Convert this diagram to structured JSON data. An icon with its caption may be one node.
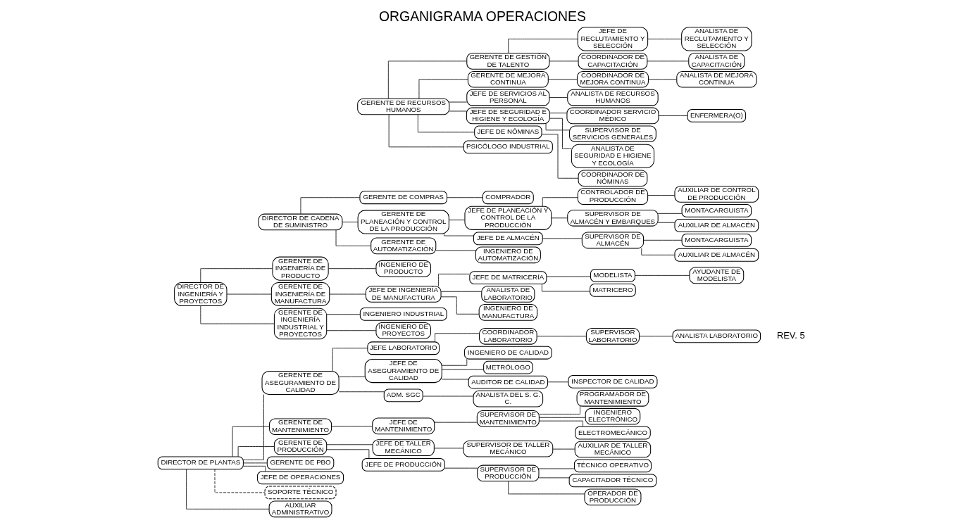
{
  "diagram": {
    "title": "ORGANIGRAMA OPERACIONES",
    "nodes": [
      {
        "text": [
          "DIRECTOR DE PLANTAS"
        ]
      },
      {
        "text": [
          "DIRECTOR DE INGENIERÍA Y PROYECTOS"
        ]
      },
      {
        "text": [
          "DIRECTOR DE CADENA DE SUMINISTRO"
        ]
      },
      {
        "text": [
          "GERENTE DE ASEGURAMIENTO DE CALIDAD"
        ]
      },
      {
        "text": [
          "GERENTE DE MANTENIMIENTO"
        ]
      },
      {
        "text": [
          "GERENTE DE RECURSOS HUMANOS"
        ]
      },
      {
        "text": [
          "GERENTE DE PRODUCCIÓN"
        ]
      },
      {
        "text": [
          "GERENTE DE PBO"
        ]
      },
      {
        "text": [
          "GERENTE DE INGENIERÍA DE PRODUCTO"
        ]
      },
      {
        "text": [
          "GERENTE DE INGENIERÍA DE MANUFACTURA"
        ]
      },
      {
        "text": [
          "GERENTE DE INGENIERÍA INDUSTRIAL Y PROYECTOS"
        ]
      },
      {
        "text": [
          "GERENTE DE COMPRAS"
        ]
      },
      {
        "text": [
          "GERENTE DE PLANEACIÓN Y CONTROL DE LA PRODUCCIÓN"
        ]
      },
      {
        "text": [
          "GERENTE DE AUTOMATIZACIÓN"
        ]
      },
      {
        "text": [
          "GERENTE DE GESTIÓN DE TALENTO"
        ]
      },
      {
        "text": [
          "GERENTE DE MEJORA CONTINUA"
        ]
      },
      {
        "text": [
          "JEFE DE TALLER MECÁNICO"
        ]
      },
      {
        "text": [
          "JEFE DE PRODUCCIÓN"
        ]
      },
      {
        "text": [
          "JEFE LABORATORIO"
        ]
      },
      {
        "text": [
          "JEFE DE ASEGURAMIENTO DE CALIDAD"
        ]
      },
      {
        "text": [
          "ADM. SGC"
        ]
      },
      {
        "text": [
          "JEFE DE OPERACIONES"
        ]
      },
      {
        "text": [
          "JEFE DE MANTENIMIENTO"
        ]
      },
      {
        "text": [
          "JEFE DE INGENIERÍA DE MANUFACTURA"
        ]
      },
      {
        "text": [
          "JEFE DE MATRICERÍA"
        ]
      },
      {
        "text": [
          "JEFE DE PLANEACIÓN Y CONTROL DE LA PRODUCCIÓN"
        ]
      },
      {
        "text": [
          "JEFE DE ALMACÉN"
        ]
      },
      {
        "text": [
          "JEFE DE SERVICIOS AL PERSONAL"
        ]
      },
      {
        "text": [
          "JEFE DE SEGURIDAD E HIGIENE Y ECOLOGÍA"
        ]
      },
      {
        "text": [
          "JEFE DE NÓMINAS"
        ]
      },
      {
        "text": [
          "JEFE DE RECLUTAMIENTO Y SELECCIÓN"
        ]
      },
      {
        "text": [
          "SOPORTE TÉCNICO"
        ]
      },
      {
        "text": [
          "COORDINADOR LABORATORIO"
        ]
      },
      {
        "text": [
          "COORDINADOR SERVICIO MÉDICO"
        ]
      },
      {
        "text": [
          "PSICÓLOGO INDUSTRIAL"
        ]
      },
      {
        "text": [
          "COORDINADOR DE NÓMINAS"
        ]
      },
      {
        "text": [
          "COORDINADOR DE CAPACITACIÓN"
        ]
      },
      {
        "text": [
          "COORDINADOR DE MEJORA CONTINUA"
        ]
      },
      {
        "text": [
          "SUPERVISOR LABORATORIO"
        ]
      },
      {
        "text": [
          "SUPERVISOR DE TALLER MECÁNICO"
        ]
      },
      {
        "text": [
          "SUPERVISOR DE PRODUCCIÓN"
        ]
      },
      {
        "text": [
          "ANALISTA LABORATORIO"
        ]
      },
      {
        "text": [
          "INGENIERO DE CALIDAD"
        ]
      },
      {
        "text": [
          "METRÓLOGO"
        ]
      },
      {
        "text": [
          "ANALISTA DEL S. G. C."
        ]
      },
      {
        "text": [
          "SUPERVISOR DE MANTENIMIENTO"
        ]
      },
      {
        "text": [
          "INGENIERO DE PRODUCTO"
        ]
      },
      {
        "text": [
          "ANALISTA DE LABORATORIO"
        ]
      },
      {
        "text": [
          "INGENIERO DE MANUFACTURA"
        ]
      },
      {
        "text": [
          "MODELISTA"
        ]
      },
      {
        "text": [
          "INGENIERO INDUSTRIAL"
        ]
      },
      {
        "text": [
          "INGENIERO DE PROYECTOS"
        ]
      },
      {
        "text": [
          "COMPRADOR"
        ]
      },
      {
        "text": [
          "CONTROLADOR DE PRODUCCIÓN"
        ]
      },
      {
        "text": [
          "SUPERVISOR DE ALMACÉN Y EMBARQUES"
        ]
      },
      {
        "text": [
          "SUPERVISOR DE ALMACÉN"
        ]
      },
      {
        "text": [
          "INGENIERO DE AUTOMATIZACIÓN"
        ]
      },
      {
        "text": [
          "ANALISTA DE RECURSOS HUMANOS"
        ]
      },
      {
        "text": [
          "SUPERVISOR DE SERVICIOS GENERALES"
        ]
      },
      {
        "text": [
          "ANALISTA DE SEGURIDAD E HIGIENE Y ECOLOGÍA"
        ]
      },
      {
        "text": [
          "ENFERMERA(O)"
        ]
      },
      {
        "text": [
          "ANALISTA DE RECLUTAMIENTO Y SELECCIÓN"
        ]
      },
      {
        "text": [
          "ANALISTA DE CAPACITACIÓN"
        ]
      },
      {
        "text": [
          "ANALISTA DE MEJORA CONTINUA"
        ]
      },
      {
        "text": [
          "AUXILIAR ADMINISTRATIVO"
        ]
      },
      {
        "text": [
          "AUXILIAR DE TALLER MECÁNICO"
        ]
      },
      {
        "text": [
          "TÉCNICO OPERATIVO"
        ]
      },
      {
        "text": [
          "CAPACITADOR TÉCNICO"
        ]
      },
      {
        "text": [
          "AUDITOR DE CALIDAD"
        ]
      },
      {
        "text": [
          "PROGRAMADOR DE MANTENIMIENTO"
        ]
      },
      {
        "text": [
          "INGENIERO ELECTRÓNICO"
        ]
      },
      {
        "text": [
          "ELECTROMECÁNICO"
        ]
      },
      {
        "text": [
          "MATRICERO"
        ]
      },
      {
        "text": [
          "AYUDANTE DE MODELISTA"
        ]
      },
      {
        "text": [
          "AUXILIAR DE CONTROL DE PRODUCCIÓN"
        ]
      },
      {
        "text": [
          "MONTACARGUISTA"
        ]
      },
      {
        "text": [
          "AUXILIAR DE ALMACÉN"
        ]
      },
      {
        "text": [
          "MONTACARGUISTA"
        ]
      },
      {
        "text": [
          "AUXILIAR DE ALMACÉN"
        ]
      },
      {
        "text": [
          "OPERADOR DE PRODUCCIÓN"
        ]
      },
      {
        "text": [
          "INSPECTOR DE CALIDAD"
        ]
      }
    ],
    "edges": [
      {
        "from": 0,
        "to": 31,
        "arrow": "none",
        "style": "dashed"
      },
      {
        "from": 0,
        "to": 64,
        "arrow": "none"
      },
      {
        "from": 0,
        "to": 6,
        "arrow": "none"
      },
      {
        "from": 0,
        "to": 7,
        "arrow": "none"
      },
      {
        "from": 0,
        "to": 3,
        "arrow": "none"
      },
      {
        "from": 0,
        "to": 21,
        "arrow": "none"
      },
      {
        "from": 0,
        "to": 4,
        "arrow": "none"
      },
      {
        "from": 1,
        "to": 8,
        "arrow": "none"
      },
      {
        "from": 1,
        "to": 9,
        "arrow": "none"
      },
      {
        "from": 1,
        "to": 10,
        "arrow": "none"
      },
      {
        "from": 2,
        "to": 11,
        "arrow": "none"
      },
      {
        "from": 2,
        "to": 12,
        "arrow": "none"
      },
      {
        "from": 2,
        "to": 13,
        "arrow": "none"
      },
      {
        "from": 5,
        "to": 27,
        "arrow": "none"
      },
      {
        "from": 5,
        "to": 28,
        "arrow": "none"
      },
      {
        "from": 5,
        "to": 34,
        "arrow": "none"
      },
      {
        "from": 5,
        "to": 29,
        "arrow": "none"
      },
      {
        "from": 5,
        "to": 14,
        "arrow": "none"
      },
      {
        "from": 5,
        "to": 15,
        "arrow": "none"
      },
      {
        "from": 6,
        "to": 16,
        "arrow": "none"
      },
      {
        "from": 6,
        "to": 17,
        "arrow": "none"
      },
      {
        "from": 3,
        "to": 18,
        "arrow": "none"
      },
      {
        "from": 3,
        "to": 19,
        "arrow": "none"
      },
      {
        "from": 3,
        "to": 20,
        "arrow": "none"
      },
      {
        "from": 4,
        "to": 22,
        "arrow": "none"
      },
      {
        "from": 9,
        "to": 23,
        "arrow": "none"
      },
      {
        "from": 23,
        "to": 24,
        "arrow": "none"
      },
      {
        "from": 12,
        "to": 25,
        "arrow": "none"
      },
      {
        "from": 12,
        "to": 26,
        "arrow": "none"
      },
      {
        "from": 14,
        "to": 30,
        "arrow": "none"
      },
      {
        "from": 14,
        "to": 36,
        "arrow": "none"
      },
      {
        "from": 15,
        "to": 37,
        "arrow": "none"
      },
      {
        "from": 29,
        "to": 35,
        "arrow": "none"
      },
      {
        "from": 28,
        "to": 58,
        "arrow": "none"
      },
      {
        "from": 28,
        "to": 59,
        "arrow": "none"
      },
      {
        "from": 28,
        "to": 33,
        "arrow": "none"
      },
      {
        "from": 33,
        "to": 60,
        "arrow": "none"
      },
      {
        "from": 27,
        "to": 57,
        "arrow": "none"
      },
      {
        "from": 30,
        "to": 61,
        "arrow": "none"
      },
      {
        "from": 36,
        "to": 62,
        "arrow": "none"
      },
      {
        "from": 37,
        "to": 63,
        "arrow": "none"
      },
      {
        "from": 16,
        "to": 39,
        "arrow": "none"
      },
      {
        "from": 39,
        "to": 65,
        "arrow": "none"
      },
      {
        "from": 17,
        "to": 40,
        "arrow": "none"
      },
      {
        "from": 40,
        "to": 66,
        "arrow": "none"
      },
      {
        "from": 40,
        "to": 67,
        "arrow": "none"
      },
      {
        "from": 40,
        "to": 79,
        "arrow": "none"
      },
      {
        "from": 18,
        "to": 32,
        "arrow": "none"
      },
      {
        "from": 32,
        "to": 38,
        "arrow": "none"
      },
      {
        "from": 38,
        "to": 41,
        "arrow": "none"
      },
      {
        "from": 19,
        "to": 42,
        "arrow": "none"
      },
      {
        "from": 19,
        "to": 43,
        "arrow": "none"
      },
      {
        "from": 19,
        "to": 68,
        "arrow": "none"
      },
      {
        "from": 68,
        "to": 80,
        "arrow": "none"
      },
      {
        "from": 20,
        "to": 44,
        "arrow": "none"
      },
      {
        "from": 22,
        "to": 45,
        "arrow": "none"
      },
      {
        "from": 45,
        "to": 69,
        "arrow": "none"
      },
      {
        "from": 45,
        "to": 70,
        "arrow": "none"
      },
      {
        "from": 45,
        "to": 71,
        "arrow": "none"
      },
      {
        "from": 8,
        "to": 46,
        "arrow": "none"
      },
      {
        "from": 23,
        "to": 47,
        "arrow": "none"
      },
      {
        "from": 23,
        "to": 48,
        "arrow": "none"
      },
      {
        "from": 24,
        "to": 72,
        "arrow": "none"
      },
      {
        "from": 24,
        "to": 49,
        "arrow": "none"
      },
      {
        "from": 49,
        "to": 73,
        "arrow": "none"
      },
      {
        "from": 10,
        "to": 50,
        "arrow": "none"
      },
      {
        "from": 10,
        "to": 51,
        "arrow": "none"
      },
      {
        "from": 11,
        "to": 52,
        "arrow": "none"
      },
      {
        "from": 25,
        "to": 53,
        "arrow": "none"
      },
      {
        "from": 25,
        "to": 54,
        "arrow": "none"
      },
      {
        "from": 53,
        "to": 74,
        "arrow": "none"
      },
      {
        "from": 54,
        "to": 75,
        "arrow": "none"
      },
      {
        "from": 54,
        "to": 76,
        "arrow": "none"
      },
      {
        "from": 26,
        "to": 55,
        "arrow": "none"
      },
      {
        "from": 55,
        "to": 77,
        "arrow": "none"
      },
      {
        "from": 55,
        "to": 78,
        "arrow": "none"
      },
      {
        "from": 13,
        "to": 56,
        "arrow": "none"
      }
    ],
    "labels": [
      "REV. 5"
    ]
  }
}
